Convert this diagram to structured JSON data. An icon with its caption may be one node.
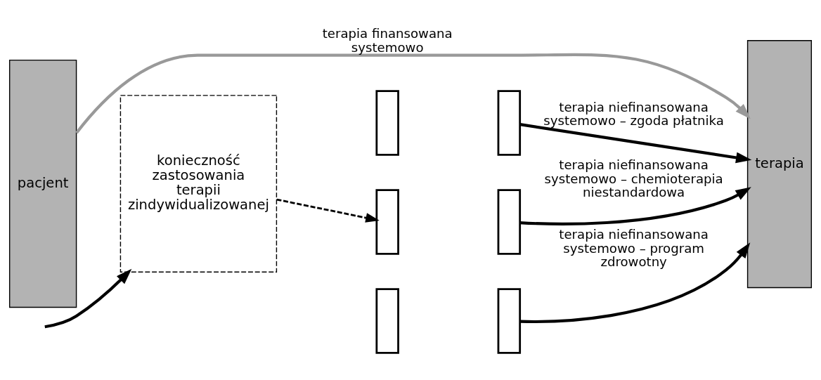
{
  "diagram": {
    "nodes": [
      {
        "text": [
          "pacjent"
        ]
      },
      {
        "text": [
          "konieczność zastosowania terapii zindywidualizowanej"
        ]
      },
      {
        "text": [],
        "shape": "box"
      },
      {
        "text": [],
        "shape": "box"
      },
      {
        "text": [],
        "shape": "box"
      },
      {
        "text": [],
        "shape": "box"
      },
      {
        "text": [],
        "shape": "box"
      },
      {
        "text": [],
        "shape": "box"
      },
      {
        "text": [
          "terapia"
        ]
      }
    ],
    "edges": [
      {
        "from": 0,
        "to": 8,
        "arrow": "to",
        "label": "terapia finansowana systemowo",
        "color": "#999999"
      },
      {
        "from": null,
        "to": 1,
        "arrow": "to"
      },
      {
        "from": 1,
        "to": 4,
        "arrow": "to",
        "style": "dashed"
      },
      {
        "from": 3,
        "to": 8,
        "arrow": "to",
        "label": "terapia niefinansowana systemowo – zgoda płatnika"
      },
      {
        "from": 5,
        "to": 8,
        "arrow": "to",
        "label": "terapia niefinansowana systemowo – chemioterapia niestandardowa"
      },
      {
        "from": 7,
        "to": 8,
        "arrow": "to",
        "label": "terapia niefinansowana systemowo – program zdrowotny"
      }
    ]
  }
}
